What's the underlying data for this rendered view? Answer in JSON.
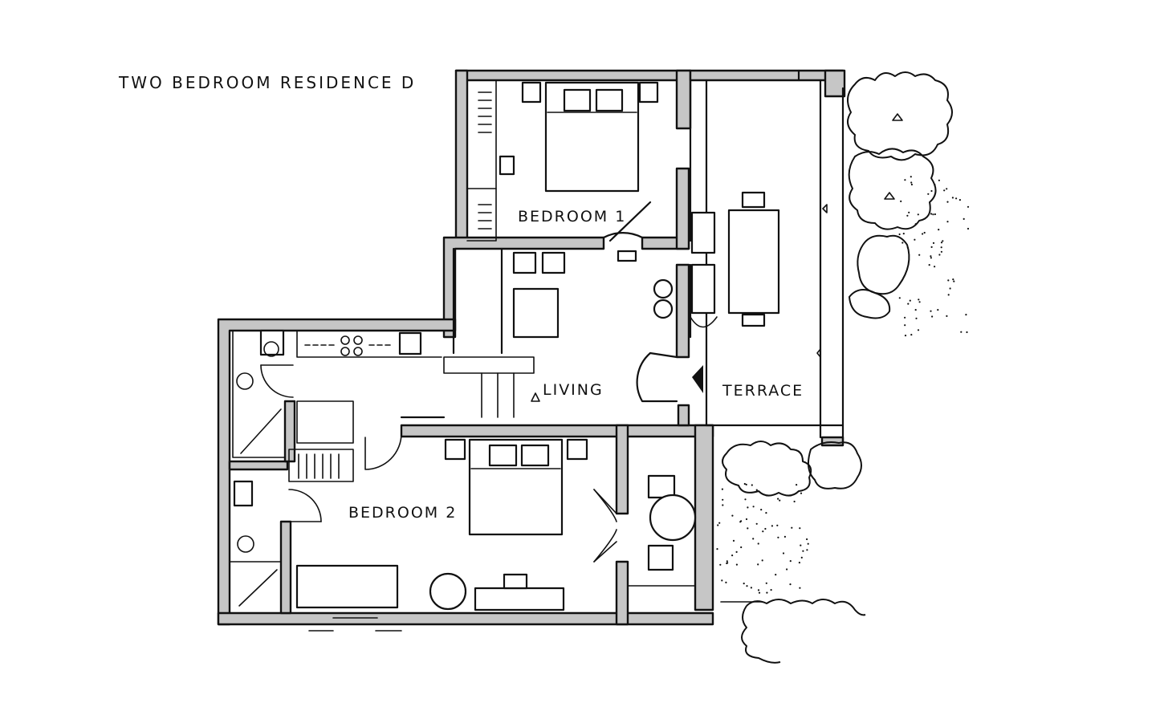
{
  "title": "TWO BEDROOM RESIDENCE  D",
  "rooms": {
    "bedroom1": "BEDROOM 1",
    "living": "LIVING",
    "terrace": "TERRACE",
    "bedroom2": "BEDROOM 2"
  },
  "colors": {
    "wall_fill": "#c6c6c6",
    "ink": "#111111",
    "background": "#ffffff"
  }
}
